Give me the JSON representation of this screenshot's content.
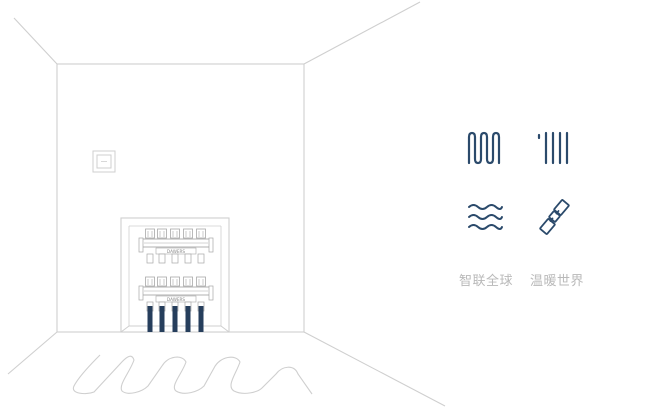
{
  "brand": {
    "logo_text": "DAWERS"
  },
  "features": [
    {
      "icon": "serpentine-pipe-icon"
    },
    {
      "icon": "parallel-pipes-icon"
    },
    {
      "icon": "waves-icon"
    },
    {
      "icon": "satellite-icon"
    }
  ],
  "tagline": {
    "part1": "智联全球",
    "part2": "温暖世界"
  },
  "colors": {
    "line": "#cfcfcf",
    "icon": "#2b4a6b",
    "pipe": "#263e5c",
    "text": "#b9b9b9"
  }
}
